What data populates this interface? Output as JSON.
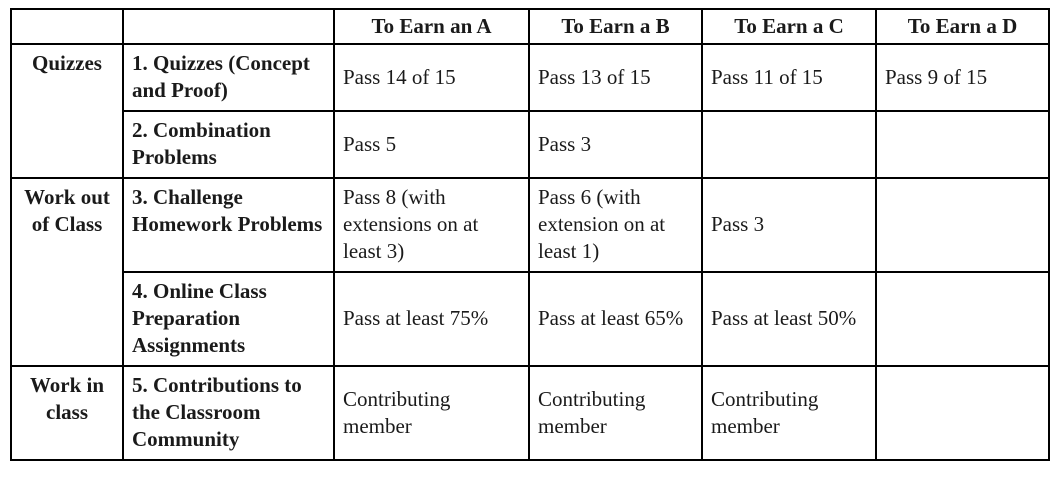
{
  "table": {
    "name": "grading-criteria-table",
    "shading_color": "#d9d9d9",
    "border_color": "#000000",
    "headers": {
      "col_category": "",
      "col_task": "",
      "grade_a": "To Earn an A",
      "grade_b": "To Earn a B",
      "grade_c": "To Earn a C",
      "grade_d": "To Earn a D"
    },
    "rows": [
      {
        "category": "Quizzes",
        "task": "1. Quizzes (Concept and Proof)",
        "a": "Pass 14 of 15",
        "b": "Pass 13 of 15",
        "c": "Pass 11 of 15",
        "d": "Pass 9 of 15",
        "shaded": true
      },
      {
        "category": "",
        "task": "2. Combination Problems",
        "a": "Pass 5",
        "b": "Pass 3",
        "c": "",
        "d": "",
        "shaded": true
      },
      {
        "category": "Work out of Class",
        "task": "3. Challenge Homework Problems",
        "a": "Pass 8 (with extensions on at least 3)",
        "b": "Pass 6 (with extension on at least 1)",
        "c": "Pass 3",
        "d": "",
        "shaded": false
      },
      {
        "category": "",
        "task": "4. Online Class Preparation Assignments",
        "a": "Pass at least 75%",
        "b": "Pass at least 65%",
        "c": "Pass at least 50%",
        "d": "",
        "shaded": false
      },
      {
        "category": "Work in class",
        "task": "5. Contributions to the Classroom Community",
        "a": "Contributing member",
        "b": "Contributing member",
        "c": "Contributing member",
        "d": "",
        "shaded": true
      }
    ]
  }
}
